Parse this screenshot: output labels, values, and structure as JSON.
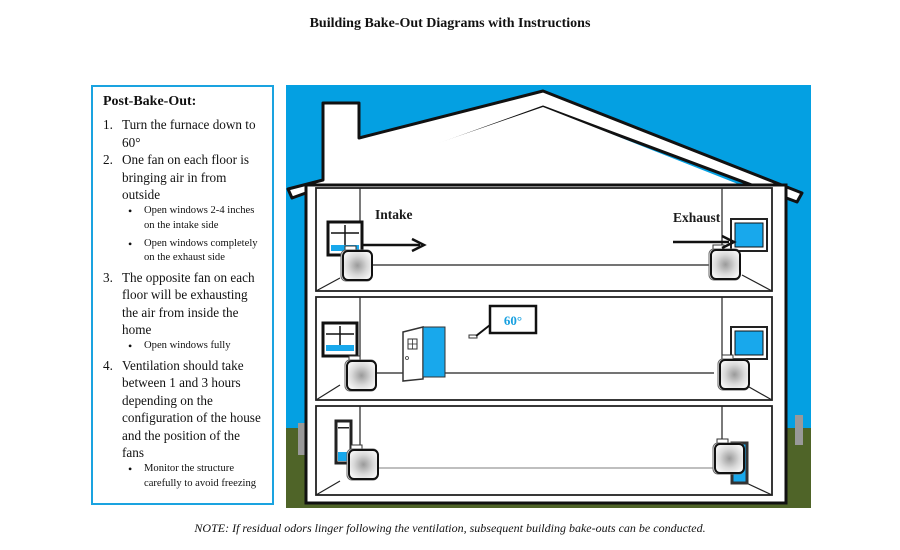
{
  "title": "Building Bake-Out Diagrams with Instructions",
  "panel": {
    "heading": "Post-Bake-Out:",
    "steps": [
      {
        "num": "1.",
        "text": "Turn the furnace down to 60°",
        "bullets": []
      },
      {
        "num": "2.",
        "text": "One fan on each floor is bringing air in from outside",
        "bullets": [
          "Open windows  2-4 inches on the intake side",
          "Open windows completely on the exhaust side"
        ]
      },
      {
        "num": "3.",
        "text": "The opposite fan on each floor will be exhausting the air from inside the home",
        "bullets": [
          "Open windows fully"
        ]
      },
      {
        "num": "4.",
        "text": "Ventilation should take between 1 and 3 hours depending on the configuration of the house and the position of the fans",
        "bullets": [
          "Monitor the structure carefully to avoid freezing"
        ]
      }
    ]
  },
  "diagram": {
    "intake_label": "Intake",
    "exhaust_label": "Exhaust",
    "thermostat_reading": "60°",
    "colors": {
      "sky": "#04a0e2",
      "ground": "#4f6428",
      "window_blue": "#18a8ec",
      "thermostat_text": "#18a0e0",
      "outline": "#111111"
    }
  },
  "note": "NOTE: If residual odors linger following the ventilation, subsequent building bake-outs can be conducted."
}
